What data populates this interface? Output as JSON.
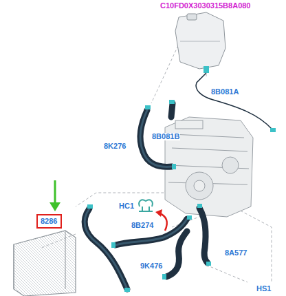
{
  "diagram": {
    "nodes": [
      {
        "text": [
          "8286"
        ]
      }
    ],
    "labels": [
      "C10FD0X3030315B8A080",
      "8B081A",
      "8K276",
      "8B081B",
      "HC1",
      "8B274",
      "9K476",
      "8A577",
      "HS1"
    ]
  }
}
